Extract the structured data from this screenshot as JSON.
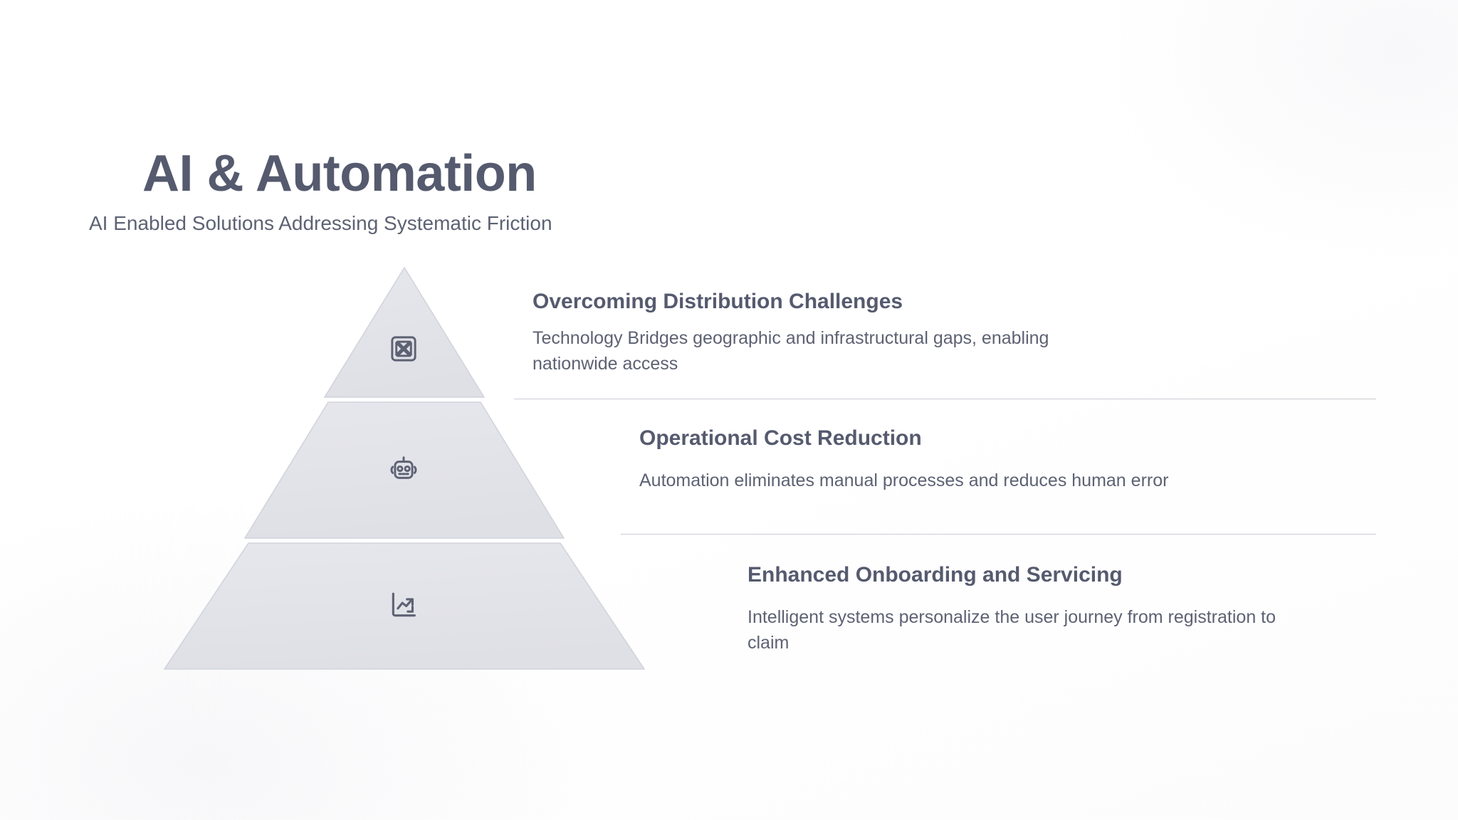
{
  "header": {
    "title": "AI & Automation",
    "subtitle": "AI Enabled Solutions Addressing Systematic Friction"
  },
  "colors": {
    "heading": "#555a6e",
    "body": "#5d6273",
    "pyramid_fill_top": "#e2e3e8",
    "pyramid_fill_bottom": "#e4e5ea",
    "pyramid_stroke": "#d2d4dc",
    "divider": "#cccdd4",
    "background": "#ffffff"
  },
  "pyramid": {
    "tiers": [
      {
        "index": 1,
        "icon": "collapse-arrows-icon",
        "heading": "Overcoming Distribution Challenges",
        "body": "Technology Bridges geographic and infrastructural gaps, enabling nationwide access"
      },
      {
        "index": 2,
        "icon": "robot-icon",
        "heading": "Operational Cost Reduction",
        "body": "Automation eliminates manual processes and reduces human error"
      },
      {
        "index": 3,
        "icon": "trending-chart-icon",
        "heading": "Enhanced Onboarding and Servicing",
        "body": "Intelligent systems personalize the user journey from registration to claim"
      }
    ]
  }
}
